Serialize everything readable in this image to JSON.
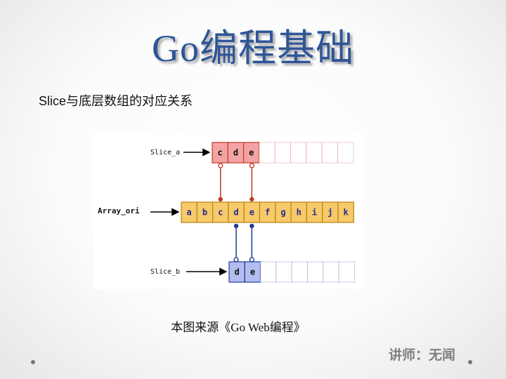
{
  "title": "Go编程基础",
  "subtitle": "Slice与底层数组的对应关系",
  "caption": "本图来源《Go Web编程》",
  "lecturer": "讲师：无闻",
  "diagram": {
    "slice_a": {
      "label": "Slice_a",
      "cells": [
        "c",
        "d",
        "e"
      ],
      "empty_cells": 6
    },
    "array": {
      "label": "Array_ori",
      "cells": [
        "a",
        "b",
        "c",
        "d",
        "e",
        "f",
        "g",
        "h",
        "i",
        "j",
        "k"
      ]
    },
    "slice_b": {
      "label": "Slice_b",
      "cells": [
        "d",
        "e"
      ],
      "empty_cells": 6
    },
    "colors": {
      "slice_a_fill": "#f4a3a3",
      "slice_a_border": "#c0392b",
      "array_fill": "#f6c96a",
      "array_border": "#b8860b",
      "slice_b_fill": "#b3bdf0",
      "slice_b_border": "#1f3a93",
      "title": "#2f5597"
    }
  }
}
